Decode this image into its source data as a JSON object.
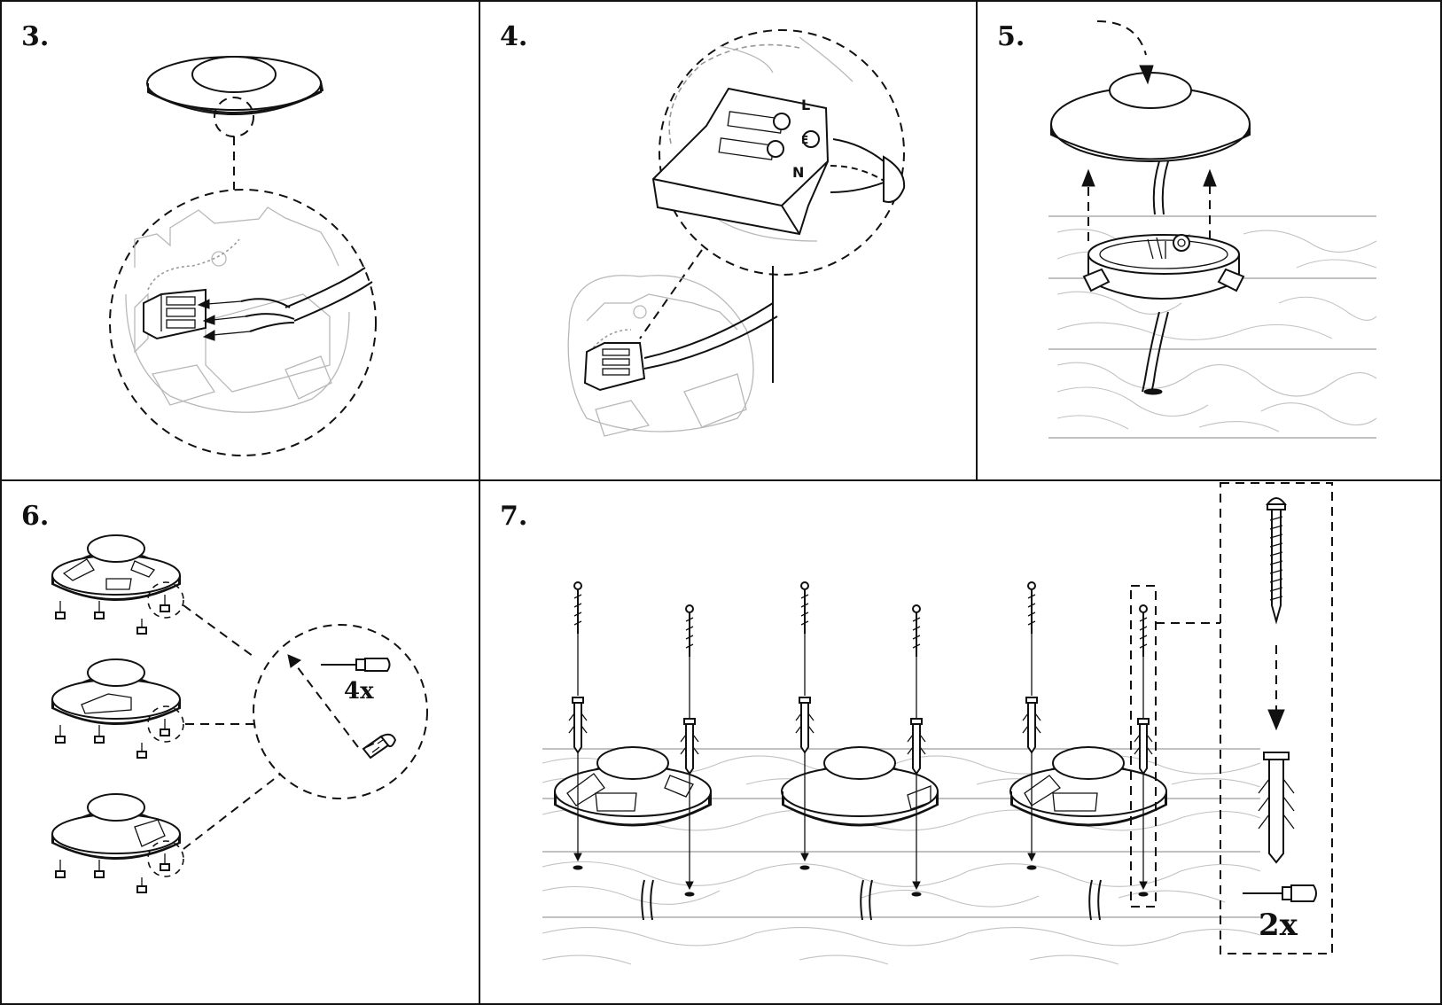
{
  "steps": [
    {
      "number": "3."
    },
    {
      "number": "4."
    },
    {
      "number": "5."
    },
    {
      "number": "6.",
      "quantity": "4x"
    },
    {
      "number": "7.",
      "quantity": "2x"
    }
  ],
  "terminal_labels": {
    "top": "L",
    "middle": "E",
    "bottom": "N"
  },
  "colors": {
    "ink": "#111111",
    "grey_line": "#b8b8b8",
    "wood_grain": "#c2c2c2",
    "background": "#ffffff"
  },
  "icons": [
    "cover-disc-icon",
    "junction-box-icon",
    "terminal-block-icon",
    "cable-icon",
    "arrow-icon",
    "screw-icon",
    "wall-plug-icon",
    "screwdriver-icon",
    "magnifier-circle-icon",
    "decking-icon"
  ]
}
